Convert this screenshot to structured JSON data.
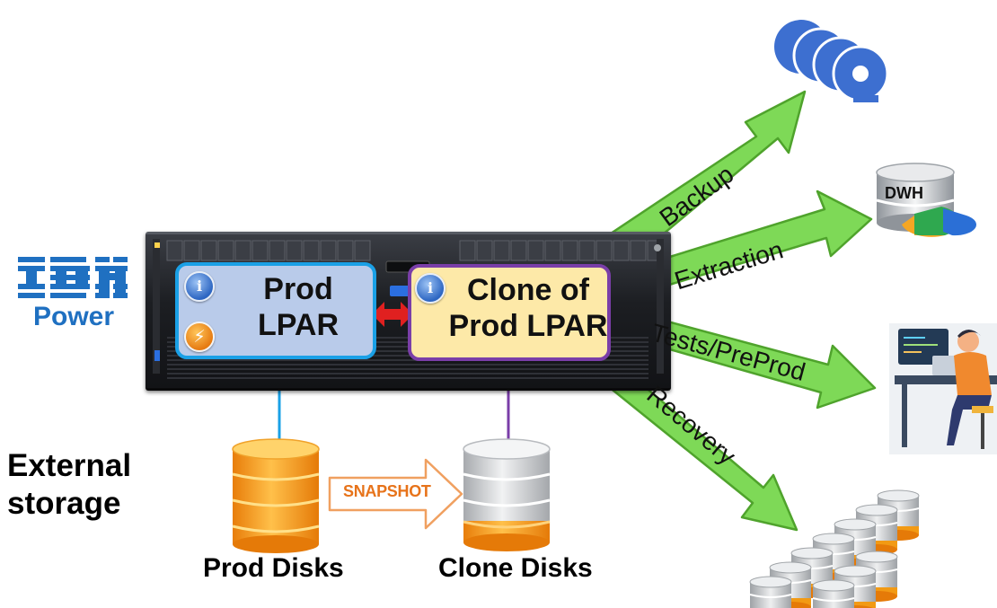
{
  "brand": {
    "logo_text": "IBM",
    "product": "Power",
    "color": "#1f70c1"
  },
  "server": {
    "prod_lpar_label": "Prod LPAR",
    "prod_lpar_line1": "Prod",
    "prod_lpar_line2": "LPAR",
    "clone_lpar_line1": "Clone of",
    "clone_lpar_line2": "Prod LPAR"
  },
  "storage": {
    "heading_line1": "External",
    "heading_line2": "storage",
    "snapshot_label": "SNAPSHOT",
    "prod_disks_label": "Prod Disks",
    "clone_disks_label": "Clone Disks"
  },
  "uses": [
    {
      "label": "Backup",
      "icon": "tape-reels-icon"
    },
    {
      "label": "Extraction",
      "icon": "data-warehouse-icon",
      "icon_text": "DWH"
    },
    {
      "label": "Tests/PreProd",
      "icon": "developer-at-desk-icon"
    },
    {
      "label": "Recovery",
      "icon": "database-stack-icon"
    }
  ],
  "colors": {
    "arrow_green": "#7ed957",
    "prod_border": "#1aa0e6",
    "clone_border": "#7a3ea8",
    "prod_fill": "#b9cbea",
    "clone_fill": "#fde9a8",
    "orange_disk": "#f5a623",
    "snapshot": "#e7731a"
  }
}
